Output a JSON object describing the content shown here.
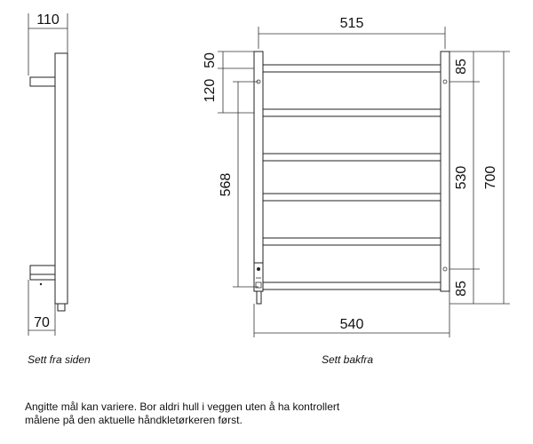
{
  "side_view": {
    "caption": "Sett fra siden",
    "dim_depth_top": "110",
    "dim_depth_bottom": "70"
  },
  "back_view": {
    "caption": "Sett bakfra",
    "dim_width_top": "515",
    "dim_width_bottom": "540",
    "dim_top_offset": "50",
    "dim_bracket_offset": "120",
    "dim_bracket_spacing": "568",
    "dim_right_top": "85",
    "dim_right_middle": "530",
    "dim_right_bottom": "85",
    "dim_total_height": "700"
  },
  "note": {
    "line1": "Angitte mål kan variere. Bor aldri hull i veggen uten å ha kontrollert",
    "line2": "målene på den aktuelle håndkletørkeren først."
  }
}
